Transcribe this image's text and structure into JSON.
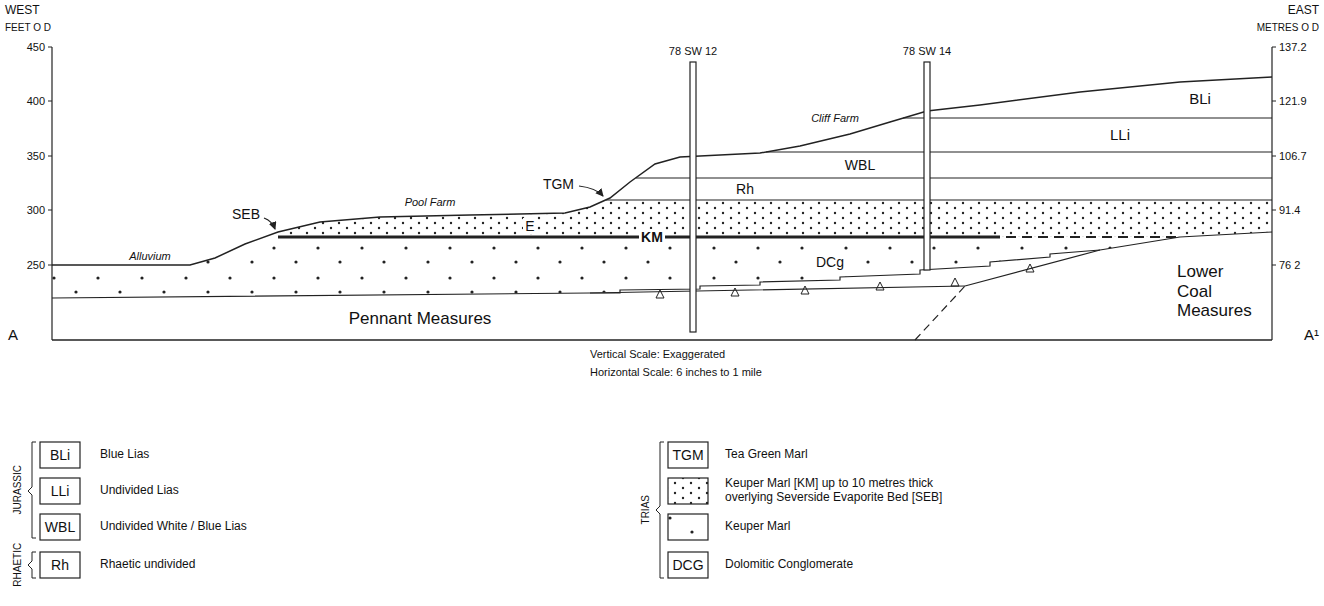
{
  "diagram": {
    "labels": [
      "WEST",
      "EAST",
      "FEET O D",
      "METRES O D",
      "450",
      "400",
      "350",
      "300",
      "250",
      "137.2",
      "121.9",
      "106.7",
      "91.4",
      "76 2",
      "78 SW 12",
      "78 SW 14",
      "Cliff Farm",
      "Pool Farm",
      "E",
      "TGM",
      "SEB",
      "Alluvium",
      "BLi",
      "LLi",
      "WBL",
      "Rh",
      "KM",
      "DCg",
      "Pennant Measures",
      "Lower Coal Measures",
      "A",
      "A¹",
      "Vertical Scale: Exaggerated",
      "Horizontal Scale: 6 inches to 1 mile",
      "JURASSIC",
      "RHAETIC",
      "TRIAS",
      "BLi",
      "LLi",
      "WBL",
      "Rh",
      "TGM",
      "DCG"
    ],
    "legend": [
      {
        "text": "Blue Lias"
      },
      {
        "text": "Undivided Lias"
      },
      {
        "text": "Undivided White / Blue Lias"
      },
      {
        "text": "Rhaetic undivided"
      },
      {
        "text": "Tea Green Marl"
      },
      {
        "text": "Keuper Marl [KM] up to 10 metres thick overlying Severside Evaporite Bed [SEB]"
      },
      {
        "text": "Keuper Marl"
      },
      {
        "text": "Dolomitic Conglomerate"
      }
    ]
  }
}
